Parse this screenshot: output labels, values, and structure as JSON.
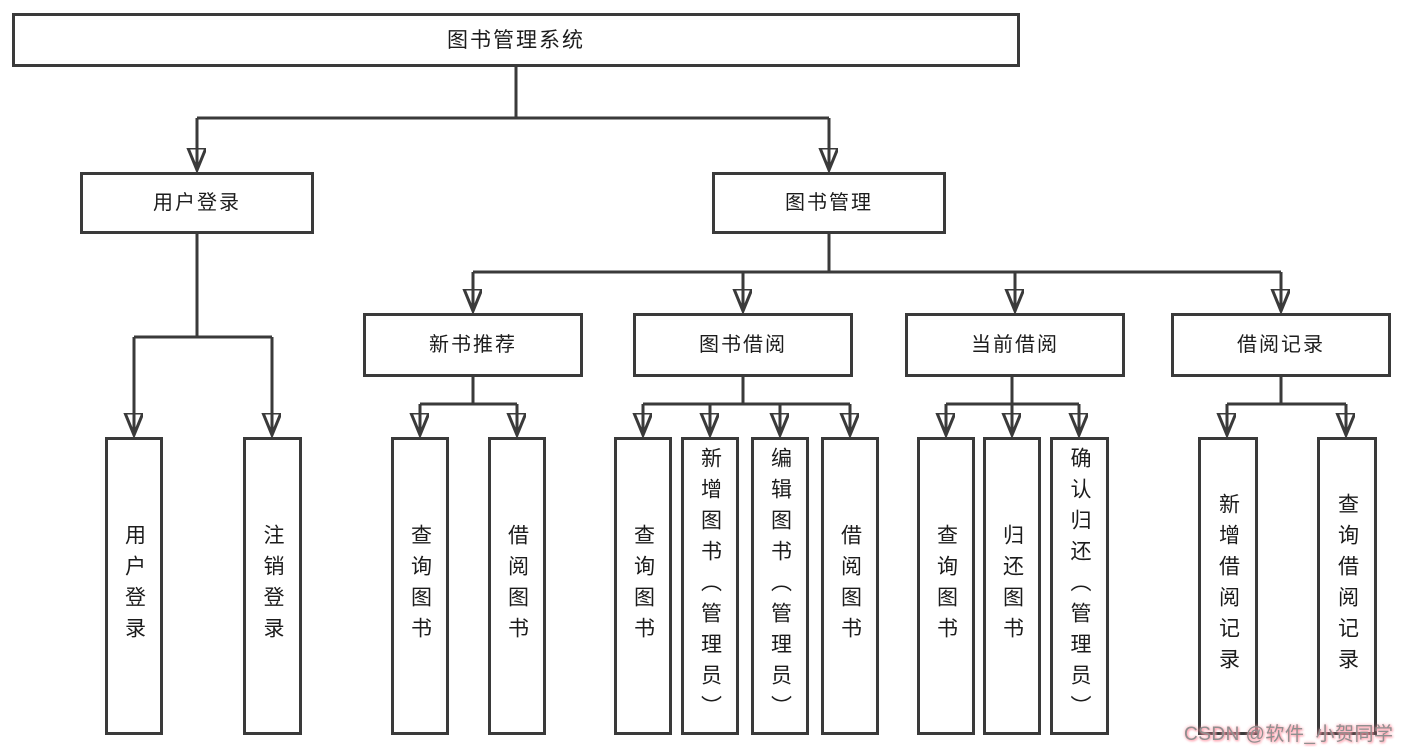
{
  "diagram_type": "hierarchy",
  "tree": {
    "label": "图书管理系统",
    "children": [
      {
        "label": "用户登录",
        "children": [
          {
            "label": "用户登录"
          },
          {
            "label": "注销登录"
          }
        ]
      },
      {
        "label": "图书管理",
        "children": [
          {
            "label": "新书推荐",
            "children": [
              {
                "label": "查询图书"
              },
              {
                "label": "借阅图书"
              }
            ]
          },
          {
            "label": "图书借阅",
            "children": [
              {
                "label": "查询图书"
              },
              {
                "label": "新增图书（管理员）"
              },
              {
                "label": "编辑图书（管理员）"
              },
              {
                "label": "借阅图书"
              }
            ]
          },
          {
            "label": "当前借阅",
            "children": [
              {
                "label": "查询图书"
              },
              {
                "label": "归还图书"
              },
              {
                "label": "确认归还（管理员）"
              }
            ]
          },
          {
            "label": "借阅记录",
            "children": [
              {
                "label": "新增借阅记录"
              },
              {
                "label": "查询借阅记录"
              }
            ]
          }
        ]
      }
    ]
  },
  "watermark": {
    "text": "CSDN @软件_小贺同学"
  },
  "colors": {
    "line": "#3a3a3a",
    "text": "#1c1c1c",
    "background": "#ffffff",
    "watermark_text": "#8f8f8f",
    "watermark_glow": "#ff9aa8"
  }
}
